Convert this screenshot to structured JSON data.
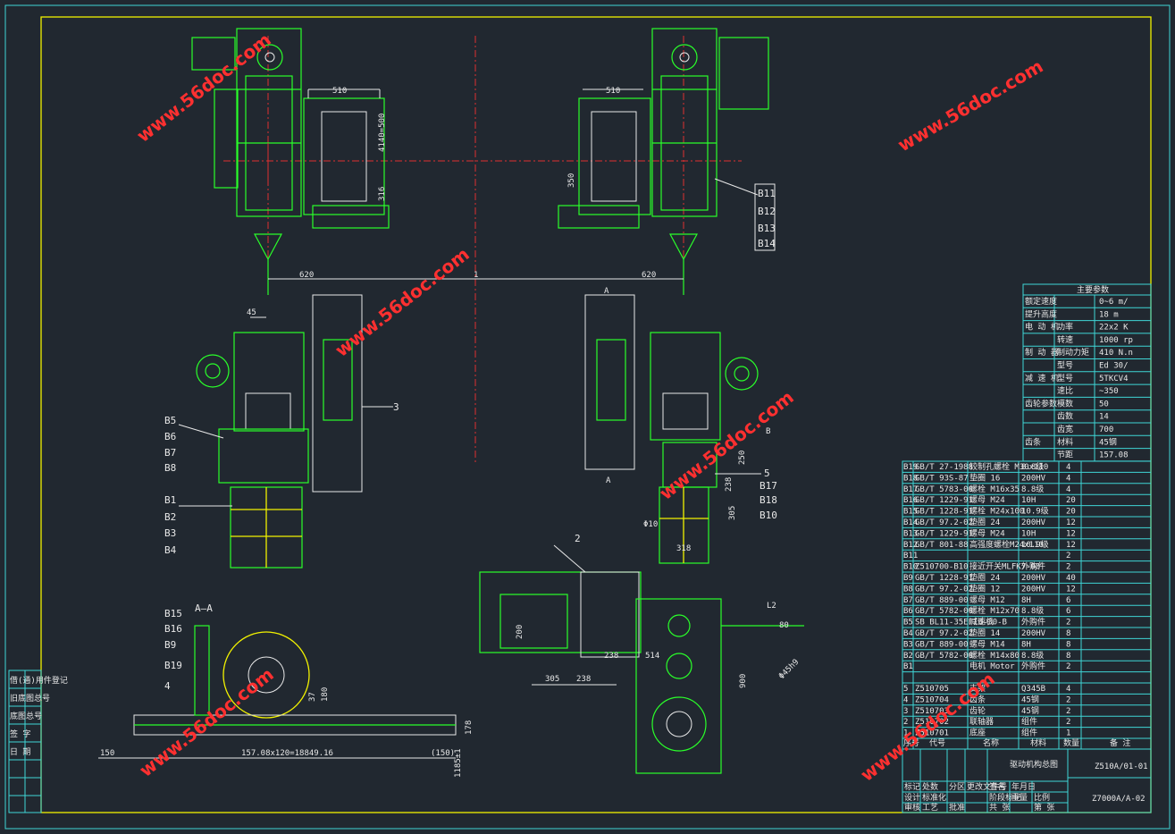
{
  "watermark": "www.56doc.com",
  "balloons": {
    "b11": "B11",
    "b12": "B12",
    "b13": "B13",
    "b14": "B14",
    "b5": "B5",
    "b6": "B6",
    "b7": "B7",
    "b8": "B8",
    "b1": "B1",
    "b2": "B2",
    "b3": "B3",
    "b4": "B4",
    "b15": "B15",
    "b16": "B16",
    "b9": "B9",
    "b19": "B19",
    "b17": "B17",
    "b18": "B18",
    "b10": "B10",
    "n3": "3",
    "n5": "5",
    "n2": "2",
    "n4": "4",
    "n1": "1"
  },
  "dims": {
    "d510a": "510",
    "d510b": "510",
    "d4140": "4140=500",
    "d316": "316",
    "d350": "350",
    "d620a": "620",
    "d620b": "620",
    "d45": "45",
    "d250": "250",
    "d238a": "238",
    "d305a": "305",
    "d318": "318",
    "d10": "Φ10",
    "d200": "200",
    "d305b": "305",
    "d238b": "238",
    "d238c": "238",
    "d514": "514",
    "d900": "900",
    "dL2": "L2",
    "d80": "80",
    "d45h": "Φ45h9",
    "d180": "180",
    "d37": "37",
    "d178": "178",
    "d150a": "150",
    "dpitch": "157.08x120=18849.16",
    "d150b": "(150)",
    "d1185": "1185±1"
  },
  "section_aa": "A—A",
  "markA1": "A",
  "markA2": "A",
  "markB": "B",
  "params": {
    "header": "主要参数",
    "rows": [
      {
        "k": "额定速度",
        "s": "",
        "v": "0~6 m/"
      },
      {
        "k": "提升高度",
        "s": "",
        "v": "18 m"
      },
      {
        "k": "电 动 机",
        "s": "功率",
        "v": "22x2 K"
      },
      {
        "k": "",
        "s": "转速",
        "v": "1000 rp"
      },
      {
        "k": "制 动 器",
        "s": "制动力矩",
        "v": "410 N.n"
      },
      {
        "k": "",
        "s": "型号",
        "v": "Ed 30/"
      },
      {
        "k": "减 速 机",
        "s": "型号",
        "v": "5TKCV4"
      },
      {
        "k": "",
        "s": "速比",
        "v": "~350"
      },
      {
        "k": "齿轮参数",
        "s": "模数",
        "v": "50"
      },
      {
        "k": "",
        "s": "齿数",
        "v": "14"
      },
      {
        "k": "",
        "s": "齿宽",
        "v": "700"
      },
      {
        "k": "齿条",
        "s": "材料",
        "v": "45钢"
      },
      {
        "k": "",
        "s": "节距",
        "v": "157.08"
      }
    ]
  },
  "bom": [
    {
      "no": "B19",
      "code": "GB/T 27-1988",
      "name": "铰制孔螺栓 M30x110",
      "mat": "8.8级",
      "qty": "4",
      "note": ""
    },
    {
      "no": "B18",
      "code": "GB/T 93S-87",
      "name": "垫圈 16",
      "mat": "200HV",
      "qty": "4",
      "note": ""
    },
    {
      "no": "B17",
      "code": "GB/T 5783-00",
      "name": "螺栓 M16x35",
      "mat": "8.8级",
      "qty": "4",
      "note": ""
    },
    {
      "no": "B16",
      "code": "GB/T 1229-91",
      "name": "螺母 M24",
      "mat": "10H",
      "qty": "20",
      "note": ""
    },
    {
      "no": "B15",
      "code": "GB/T 1228-91",
      "name": "螺栓 M24x100",
      "mat": "10.9级",
      "qty": "20",
      "note": ""
    },
    {
      "no": "B14",
      "code": "GB/T 97.2-02",
      "name": "垫圈 24",
      "mat": "200HV",
      "qty": "12",
      "note": ""
    },
    {
      "no": "B13",
      "code": "GB/T 1229-91",
      "name": "螺母 M24",
      "mat": "10H",
      "qty": "12",
      "note": ""
    },
    {
      "no": "B12",
      "code": "GB/T 801-88",
      "name": "高强度螺栓M24x110",
      "mat": "10.9级",
      "qty": "12",
      "note": ""
    },
    {
      "no": "B11",
      "code": "",
      "name": "",
      "mat": "",
      "qty": "2",
      "note": ""
    },
    {
      "no": "B10",
      "code": "Z510700-B10",
      "name": "接近开关MLFK7-00",
      "mat": "外购件",
      "qty": "2",
      "note": ""
    },
    {
      "no": "B9",
      "code": "GB/T 1228-91",
      "name": "垫圈 24",
      "mat": "200HV",
      "qty": "40",
      "note": ""
    },
    {
      "no": "B8",
      "code": "GB/T 97.2-02",
      "name": "垫圈 12",
      "mat": "200HV",
      "qty": "12",
      "note": ""
    },
    {
      "no": "B7",
      "code": "GB/T 889-00",
      "name": "螺母 M12",
      "mat": "8H",
      "qty": "6",
      "note": ""
    },
    {
      "no": "B6",
      "code": "GB/T 5782-00",
      "name": "螺栓 M12x70",
      "mat": "8.8级",
      "qty": "6",
      "note": ""
    },
    {
      "no": "B5",
      "code": "SB BL11-35EFIB-30-B",
      "name": "减速机",
      "mat": "外购件",
      "qty": "2",
      "note": ""
    },
    {
      "no": "B4",
      "code": "GB/T 97.2-02",
      "name": "垫圈 14",
      "mat": "200HV",
      "qty": "8",
      "note": ""
    },
    {
      "no": "B3",
      "code": "GB/T 889-00",
      "name": "螺母 M14",
      "mat": "8H",
      "qty": "8",
      "note": ""
    },
    {
      "no": "B2",
      "code": "GB/T 5782-00",
      "name": "螺栓 M14x80",
      "mat": "8.8级",
      "qty": "8",
      "note": ""
    },
    {
      "no": "B1",
      "code": "",
      "name": "电机 Motor",
      "mat": "外购件",
      "qty": "2",
      "note": ""
    },
    {
      "no": "",
      "code": "",
      "name": "",
      "mat": "",
      "qty": "",
      "note": ""
    },
    {
      "no": "5",
      "code": "Z510705",
      "name": "支架",
      "mat": "Q345B",
      "qty": "4",
      "note": ""
    },
    {
      "no": "4",
      "code": "Z510704",
      "name": "齿条",
      "mat": "45钢",
      "qty": "2",
      "note": ""
    },
    {
      "no": "3",
      "code": "Z510703",
      "name": "齿轮",
      "mat": "45钢",
      "qty": "2",
      "note": ""
    },
    {
      "no": "2",
      "code": "Z510702",
      "name": "联轴器",
      "mat": "组件",
      "qty": "2",
      "note": ""
    },
    {
      "no": "1",
      "code": "Z510701",
      "name": "底座",
      "mat": "组件",
      "qty": "1",
      "note": ""
    }
  ],
  "bom_header": {
    "no": "序号",
    "code": "代号",
    "name": "名称",
    "mat": "材料",
    "qty": "数量",
    "note": "备 注"
  },
  "title_block": {
    "title": "驱动机构总图",
    "company": "Z510A/01-01",
    "drawing_no": "Z7000A/A-02",
    "cells": [
      "标记",
      "处数",
      "分区",
      "更改文件号",
      "签名",
      "年月日",
      "设计",
      "标准化",
      "阶段标记",
      "重量",
      "比例",
      "审核",
      "工艺",
      "批准",
      "共 张",
      "第 张"
    ]
  },
  "left_strip": [
    "借(通)用件登记",
    "旧底图总号",
    "底图总号",
    "签 字",
    "日 期"
  ]
}
